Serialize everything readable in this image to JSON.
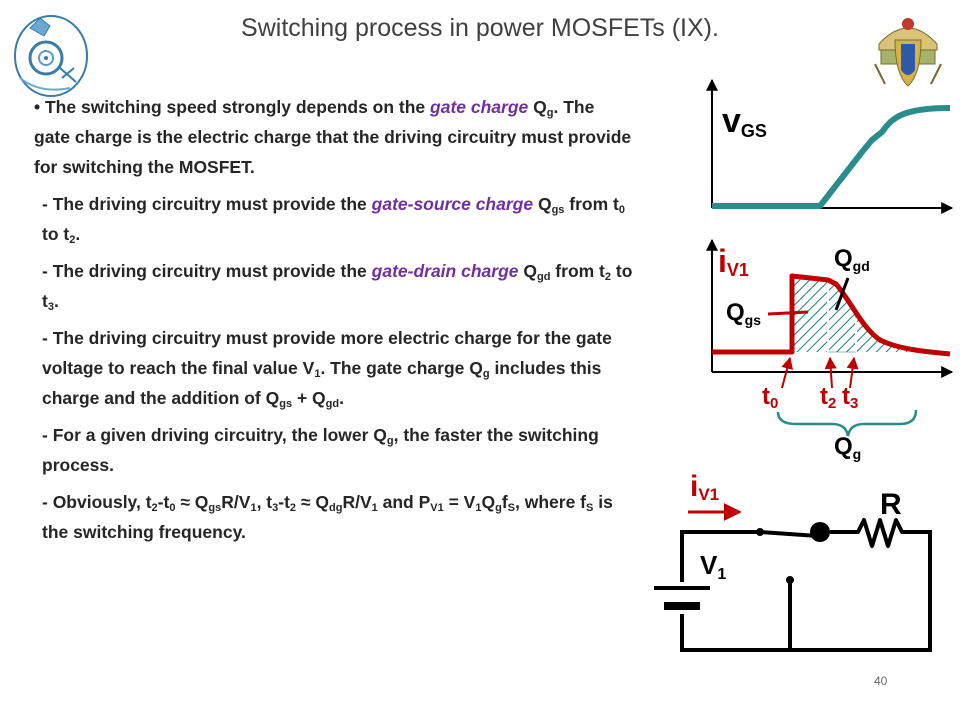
{
  "slide": {
    "title": "Switching process in power MOSFETs (IX).",
    "page_number": "40"
  },
  "text": {
    "p1": {
      "a": "• The switching speed strongly depends on the ",
      "b": "gate charge",
      "c": " Q",
      "d": "g",
      "e": ".  The gate charge is the electric charge that the driving circuitry must provide for switching the MOSFET."
    },
    "p2": {
      "a": "- The driving circuitry must provide the ",
      "b": "gate-source charge",
      "c": " Q",
      "d": "gs",
      "e": "  from t",
      "f": "0",
      "g": " to t",
      "h": "2",
      "i": "."
    },
    "p3": {
      "a": "- The driving circuitry must provide the ",
      "b": "gate-drain charge",
      "c": " Q",
      "d": "gd",
      "e": "  from t",
      "f": "2",
      "g": " to t",
      "h": "3",
      "i": "."
    },
    "p4": {
      "a": "- The driving circuitry must provide more electric charge for the gate voltage to reach the final value V",
      "b": "1",
      "c": ". The gate charge Q",
      "d": "g",
      "e": " includes this charge and the addition of Q",
      "f": "gs",
      "g": " + Q",
      "h": "gd",
      "i": "."
    },
    "p5": {
      "a": "- For a given driving circuitry, the lower Q",
      "b": "g",
      "c": ", the faster the switching process."
    },
    "p6": {
      "a": "- Obviously, t",
      "b": "2",
      "c": "-t",
      "d": "0",
      "e": " ≈ Q",
      "f": "gs",
      "g": "R/V",
      "h": "1",
      "i": ", t",
      "j": "3",
      "k": "-t",
      "l": "2",
      "m": " ≈ Q",
      "n": "dg",
      "o": "R/V",
      "p": "1",
      "q": " and P",
      "r": "V1",
      "s": " = V",
      "t": "1",
      "u": "Q",
      "v": "g",
      "w": "f",
      "x": "S",
      "y": ", where f",
      "z": "S",
      "zz": " is the switching frequency."
    }
  },
  "figure": {
    "vgs_label": {
      "main": "v",
      "sub": "GS"
    },
    "iv1_label": {
      "main": "i",
      "sub": "V1"
    },
    "qgd_label": {
      "main": "Q",
      "sub": "gd"
    },
    "qgs_label": {
      "main": "Q",
      "sub": "gs"
    },
    "t0_label": {
      "main": "t",
      "sub": "0"
    },
    "t2_label": {
      "main": "t",
      "sub": "2"
    },
    "t3_label": {
      "main": "t",
      "sub": "3"
    },
    "qg_label": {
      "main": "Q",
      "sub": "g"
    },
    "circuit_i_label": {
      "main": "i",
      "sub": "V1"
    },
    "r_label": "R",
    "v1_label": {
      "main": "V",
      "sub": "1"
    }
  },
  "colors": {
    "teal": "#2a8c8c",
    "red": "#c00000",
    "purple": "#7030a0"
  }
}
